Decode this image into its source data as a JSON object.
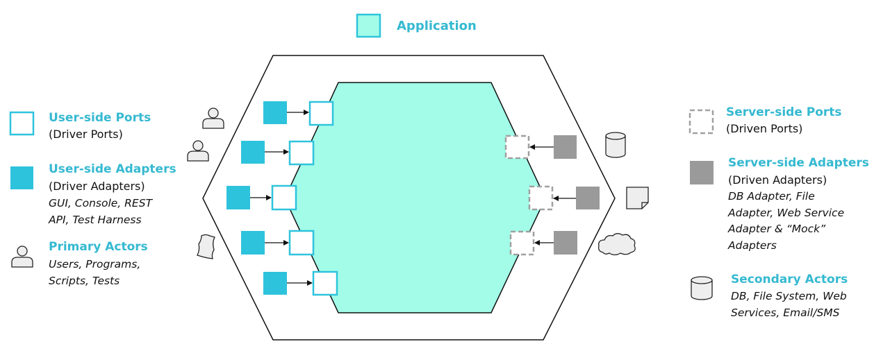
{
  "colors": {
    "app_fill": "#a2fce8",
    "accent": "#2ec3dc",
    "title_text": "#35b9d1",
    "driven_adapter": "#9a9a9a",
    "driven_port_border": "#a0a0a0",
    "line": "#111111"
  },
  "header": {
    "application_label": "Application"
  },
  "legend": {
    "user_ports": {
      "title": "User-side Ports",
      "subtitle": "(Driver Ports)"
    },
    "user_adapters": {
      "title": "User-side Adapters",
      "subtitle": "(Driver Adapters)",
      "note": "GUI, Console, REST API, Test Harness"
    },
    "primary_actors": {
      "title": "Primary Actors",
      "note": "Users, Programs, Scripts, Tests"
    },
    "server_ports": {
      "title": "Server-side Ports",
      "subtitle": "(Driven Ports)"
    },
    "server_adapters": {
      "title": "Server-side Adapters",
      "subtitle": "(Driven Adapters)",
      "note": "DB Adapter, File Adapter, Web Service Adapter & “Mock” Adapters"
    },
    "secondary_actors": {
      "title": "Secondary Actors",
      "note": "DB, File System, Web Services, Email/SMS"
    }
  },
  "icons": {
    "user_port": "empty-cyan-square-icon",
    "user_adapter": "filled-cyan-square-icon",
    "primary_actor": "person-icon",
    "server_port": "dashed-gray-square-icon",
    "server_adapter": "filled-gray-square-icon",
    "secondary_actor": "database-icon",
    "file": "document-icon",
    "script": "scroll-icon",
    "web_service": "cloud-icon"
  }
}
